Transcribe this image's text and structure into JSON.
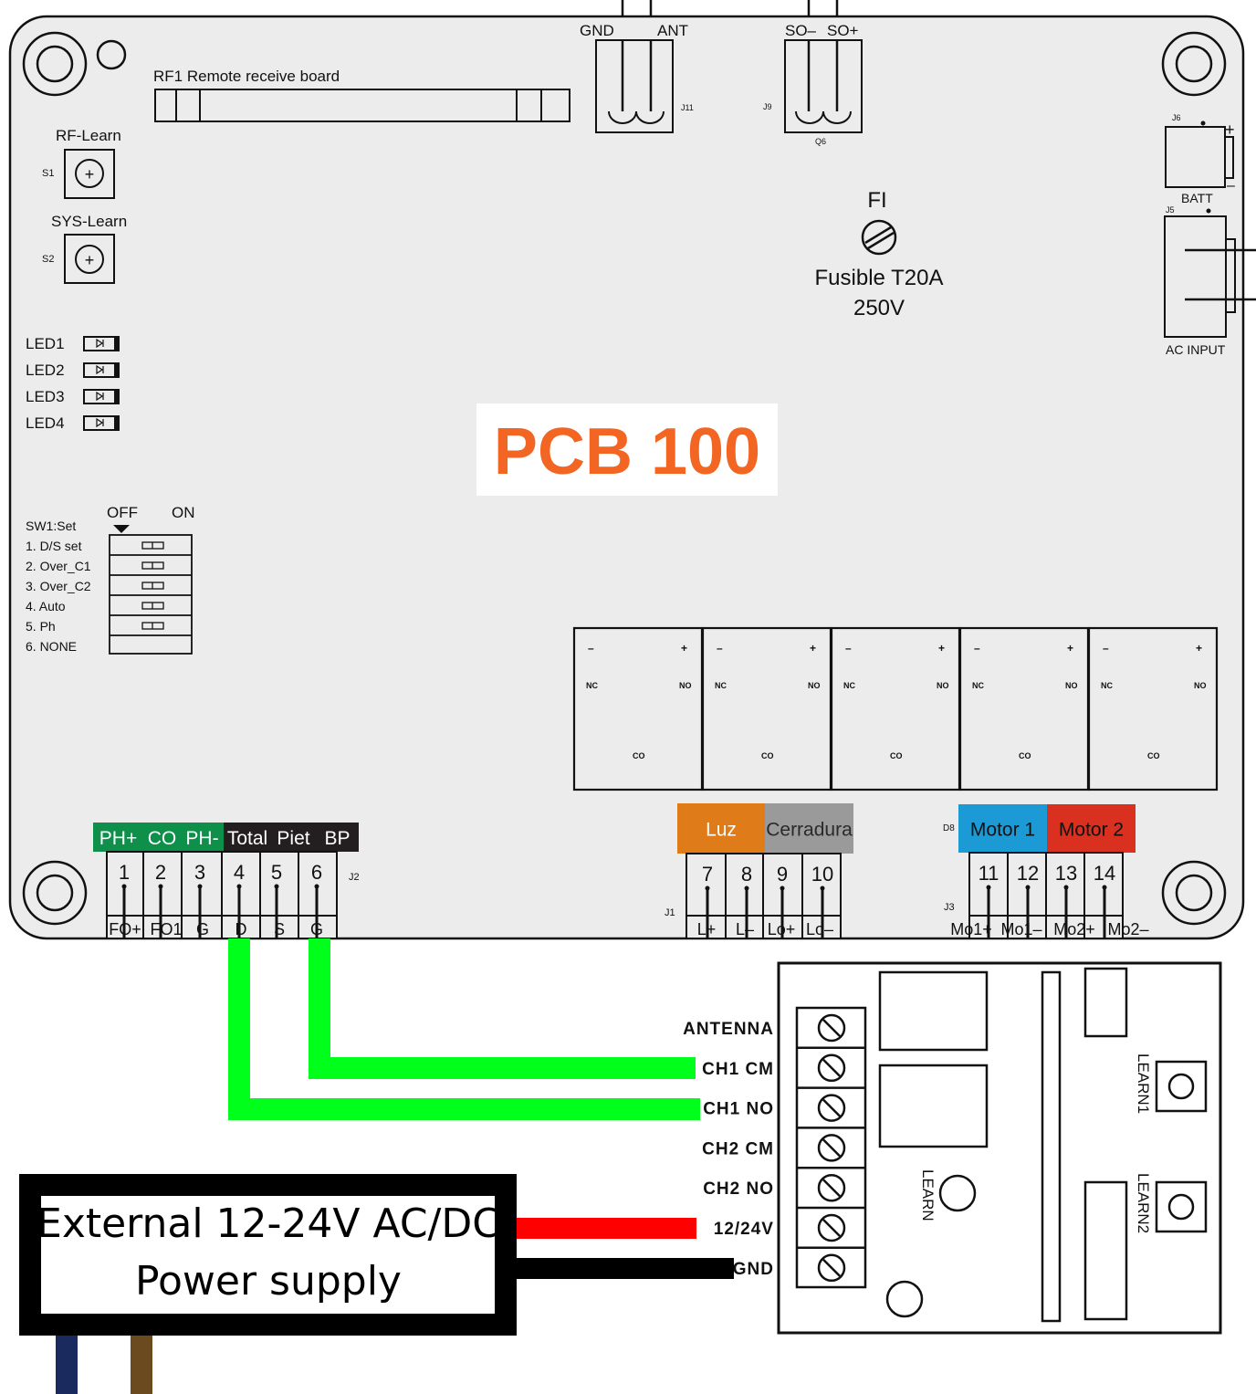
{
  "board": {
    "title": "PCB 100",
    "title_color": "#f26522",
    "rf_label": "RF1  Remote receive board",
    "rf_learn": "RF-Learn",
    "s1": "S1",
    "sys_learn": "SYS-Learn",
    "s2": "S2",
    "leds": [
      "LED1",
      "LED2",
      "LED3",
      "LED4"
    ],
    "sw_off": "OFF",
    "sw_on": "ON",
    "sw_title": "SW1:Set",
    "sw_items": [
      "1. D/S set",
      "2. Over_C1",
      "3. Over_C2",
      "4. Auto",
      "5. Ph",
      "6. NONE"
    ],
    "j11": {
      "gnd": "GND",
      "ant": "ANT",
      "ref": "J11"
    },
    "j9": {
      "so_minus": "SO–",
      "so_plus": "SO+",
      "ref": "J9",
      "q": "Q6"
    },
    "fuse": {
      "fi": "FI",
      "line1": "Fusible T20A",
      "line2": "250V"
    },
    "batt": {
      "ref": "J6",
      "label": "BATT",
      "plus": "+",
      "minus": "–"
    },
    "ac": {
      "ref": "J5",
      "label": "AC  INPUT"
    },
    "relay": {
      "minus": "–",
      "plus": "+",
      "nc": "NC",
      "no": "NO",
      "co": "CO"
    },
    "j2": {
      "ref": "J2",
      "headers": [
        {
          "text": "PH+",
          "color": "#0e8f4a"
        },
        {
          "text": "CO",
          "color": "#0e8f4a"
        },
        {
          "text": "PH-",
          "color": "#0e8f4a"
        },
        {
          "text": "Total",
          "color": "#231f20"
        },
        {
          "text": "Piet",
          "color": "#231f20"
        },
        {
          "text": "BP",
          "color": "#231f20"
        }
      ],
      "numbers": [
        "1",
        "2",
        "3",
        "4",
        "5",
        "6"
      ],
      "bottom": [
        "FO+",
        "FO1",
        "G",
        "D",
        "S",
        "G"
      ]
    },
    "j1": {
      "ref": "J1",
      "luz": "Luz",
      "luz_color": "#e07b19",
      "cerradura": "Cerradura",
      "cerradura_color": "#9a9a9a",
      "numbers": [
        "7",
        "8",
        "9",
        "10"
      ],
      "bottom": [
        "L+",
        "L–",
        "Lo+",
        "Lo–"
      ]
    },
    "j3": {
      "ref": "J3",
      "d8": "D8",
      "motor1": "Motor 1",
      "motor1_color": "#1b9ad6",
      "motor2": "Motor 2",
      "motor2_color": "#d9301f",
      "numbers": [
        "11",
        "12",
        "13",
        "14"
      ],
      "bottom": [
        "Mo1+",
        "Mo1–",
        "Mo2+",
        "Mo2–"
      ]
    }
  },
  "receiver": {
    "terminals": [
      "ANTENNA",
      "CH1  CM",
      "CH1  NO",
      "CH2  CM",
      "CH2  NO",
      "12/24V",
      "GND"
    ],
    "learn": "LEARN",
    "learn1": "LEARN1",
    "learn2": "LEARN2"
  },
  "power": {
    "line1": "External 12-24V AC/DC",
    "line2": "Power supply"
  },
  "wire_colors": {
    "signal": "#00ff1a",
    "positive": "#ff0000",
    "negative": "#000000",
    "mains_neutral": "#1a2a5e",
    "mains_live": "#6b4a1f"
  }
}
